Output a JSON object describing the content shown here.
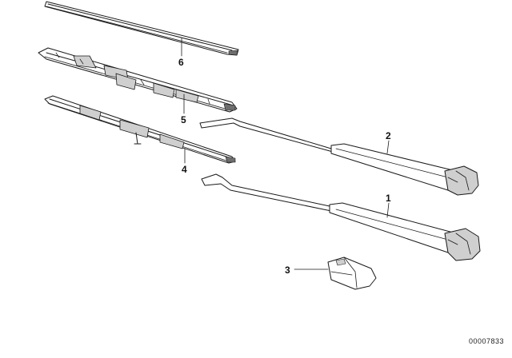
{
  "callouts": {
    "part1": "1",
    "part2": "2",
    "part3": "3",
    "part4": "4",
    "part5": "5",
    "part6": "6"
  },
  "catalog_number": "00007833"
}
